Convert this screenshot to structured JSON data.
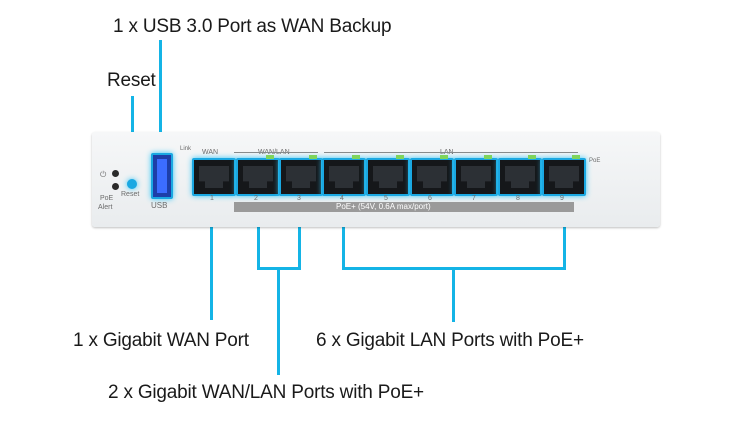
{
  "callouts": {
    "usb": "1 x USB 3.0 Port as WAN Backup",
    "reset": "Reset",
    "wan": "1 x Gigabit WAN Port",
    "lan": "6 x Gigabit LAN Ports with PoE+",
    "wanlan": "2 x Gigabit WAN/LAN Ports with PoE+"
  },
  "device_labels": {
    "link": "Link",
    "wan": "WAN",
    "wanlan": "WAN/LAN",
    "lan": "LAN",
    "poe_right": "PoE",
    "poe": "PoE",
    "alert": "Alert",
    "reset": "Reset",
    "usb": "USB",
    "poe_bar": "PoE+ (54V, 0.6A max/port)",
    "port_numbers": [
      "1",
      "2",
      "3",
      "4",
      "5",
      "6",
      "7",
      "8",
      "9"
    ]
  },
  "colors": {
    "accent": "#14b4e6",
    "led_green": "#7fd45b",
    "usb_blue": "#1d3fa8"
  }
}
